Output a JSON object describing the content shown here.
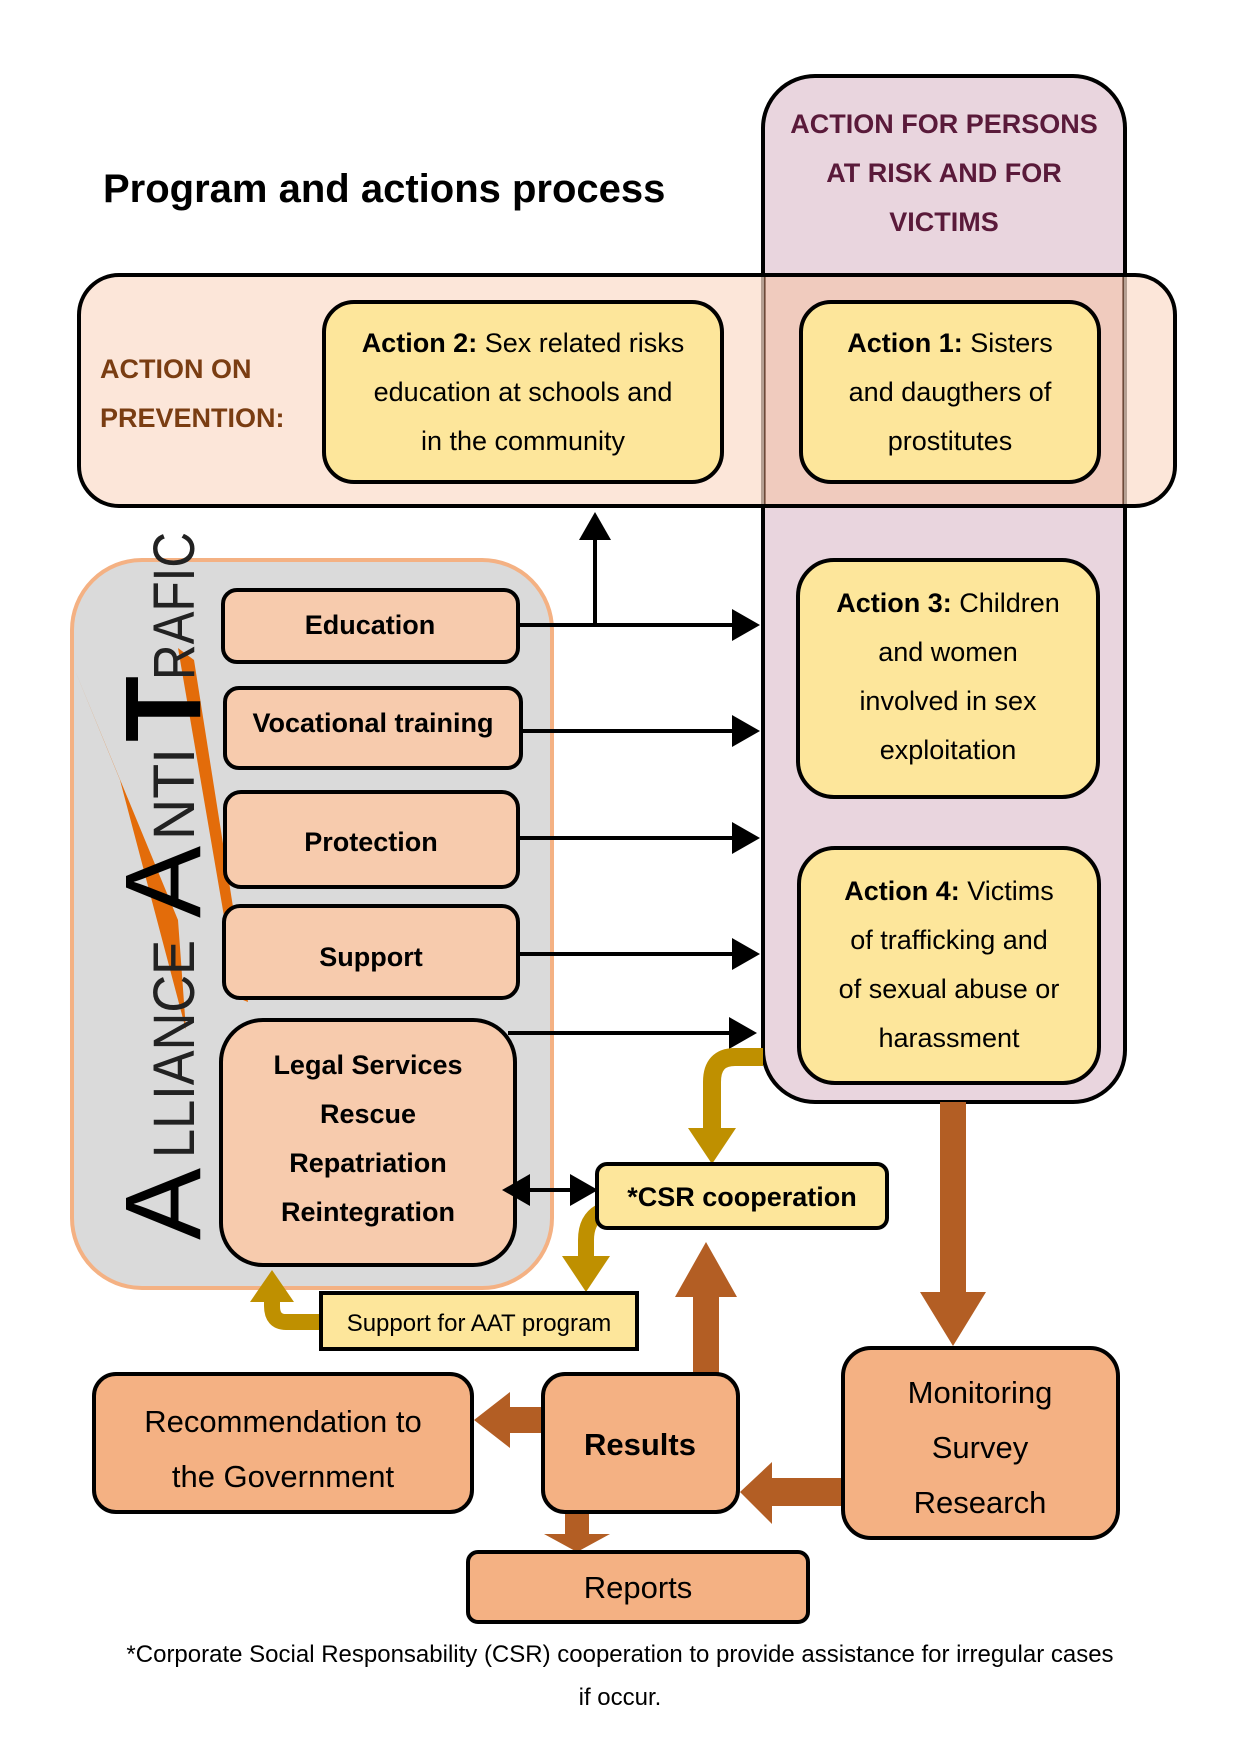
{
  "title": "Program and actions process",
  "colors": {
    "victims_column_fill": "#e9d5de",
    "victims_heading": "#5a1a3a",
    "prevention_fill": "#fbdccb",
    "prevention_heading": "#7a3d12",
    "action_fill": "#fde69b",
    "aat_fill": "#dadada",
    "aat_border": "#f4b183",
    "service_fill": "#f7cbad",
    "output_fill": "#f4b183",
    "brown_arrow": "#b35e24",
    "gold_arrow": "#bf9000",
    "logo_orange": "#e36c0a"
  },
  "victims_column": {
    "heading_lines": [
      "ACTION FOR PERSONS",
      "AT RISK AND FOR",
      "VICTIMS"
    ]
  },
  "prevention": {
    "heading_lines": [
      "ACTION ON",
      "PREVENTION:"
    ]
  },
  "actions": [
    {
      "id": "action2",
      "bold": "Action 2:",
      "lines": [
        "Sex related risks",
        "education at schools and",
        "in the community"
      ]
    },
    {
      "id": "action1",
      "bold": "Action 1:",
      "lines": [
        "Sisters",
        "and daugthers of",
        "prostitutes"
      ]
    },
    {
      "id": "action3",
      "bold": "Action 3:",
      "lines": [
        "Children",
        "and women",
        "involved in sex",
        "exploitation"
      ]
    },
    {
      "id": "action4",
      "bold": "Action 4:",
      "lines": [
        "Victims",
        "of trafficking and",
        "of sexual abuse or",
        "harassment"
      ]
    }
  ],
  "logo": {
    "big_a1": "A",
    "rest1": "LLIANCE",
    "big_a2": "A",
    "rest2": "NTI",
    "big_t": "T",
    "rest3": "RAFIC"
  },
  "services": [
    {
      "label": "Education"
    },
    {
      "label": "Vocational training"
    },
    {
      "label": "Protection"
    },
    {
      "label": "Support"
    },
    {
      "lines": [
        "Legal Services",
        "Rescue",
        "Repatriation",
        "Reintegration"
      ]
    }
  ],
  "csr": {
    "label": "*CSR cooperation"
  },
  "support_aat": {
    "label": "Support for AAT program"
  },
  "monitoring": {
    "lines": [
      "Monitoring",
      "Survey",
      "Research"
    ]
  },
  "results": {
    "label": "Results"
  },
  "recommendation": {
    "lines": [
      "Recommendation to",
      "the Government"
    ]
  },
  "reports": {
    "label": "Reports"
  },
  "footnote": {
    "lines": [
      "*Corporate Social Responsability (CSR) cooperation to provide assistance for irregular cases",
      "if occur."
    ]
  }
}
